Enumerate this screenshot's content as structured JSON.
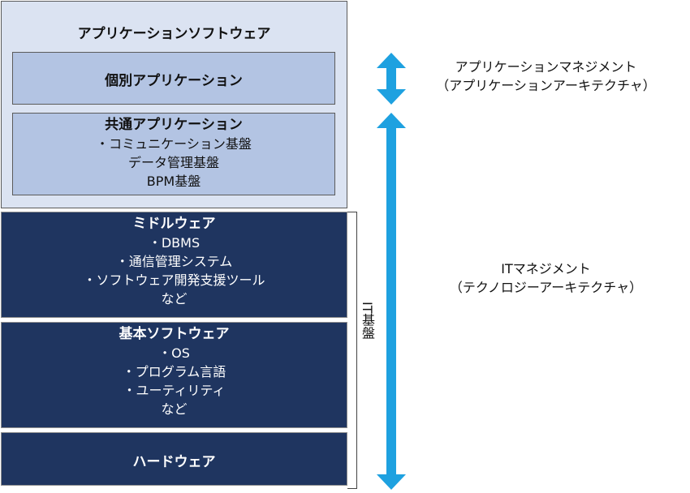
{
  "application_software": {
    "title": "アプリケーションソフトウェア",
    "individual": "個別アプリケーション",
    "common": {
      "title": "共通アプリケーション",
      "items": [
        "・コミュニケーション基盤",
        "データ管理基盤",
        "BPM基盤"
      ]
    }
  },
  "middleware": {
    "title": "ミドルウェア",
    "items": [
      "・DBMS",
      "・通信管理システム",
      "・ソフトウェア開発支援ツール",
      "など"
    ]
  },
  "basic_software": {
    "title": "基本ソフトウェア",
    "items": [
      "・OS",
      "・プログラム言語",
      "・ユーティリティ",
      "など"
    ]
  },
  "hardware": {
    "title": "ハードウェア"
  },
  "it_infrastructure_label": "IT基盤",
  "right_labels": {
    "application_management": [
      "アプリケーションマネジメント",
      "（アプリケーションアーキテクチャ）"
    ],
    "it_management": [
      "ITマネジメント",
      "（テクノロジーアーキテクチャ）"
    ]
  },
  "colors": {
    "light_panel": "#dbe3f2",
    "mid_panel": "#b3c4e3",
    "dark_panel": "#1f3560",
    "arrow": "#1ea1e0"
  }
}
